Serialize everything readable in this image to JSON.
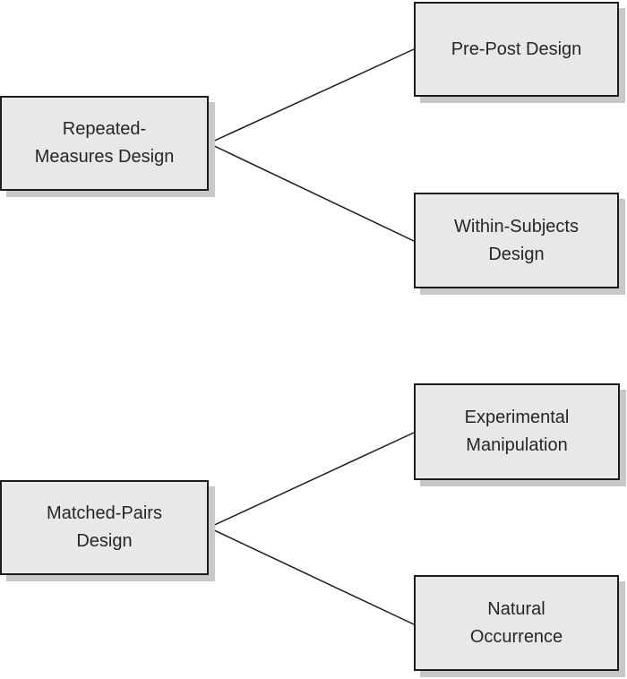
{
  "colors": {
    "background": "#ffffff",
    "box_fill": "#e8e8e8",
    "box_border": "#1c1c1c",
    "box_shadow": "#c8c8c8",
    "connector_line": "#1a1a1a",
    "text": "#262626"
  },
  "diagrams": [
    {
      "root": {
        "lines": [
          "Repeated-",
          "Measures Design"
        ]
      },
      "children": [
        {
          "lines": [
            "Pre-Post Design"
          ]
        },
        {
          "lines": [
            "Within-Subjects",
            "Design"
          ]
        }
      ]
    },
    {
      "root": {
        "lines": [
          "Matched-Pairs",
          "Design"
        ]
      },
      "children": [
        {
          "lines": [
            "Experimental",
            "Manipulation"
          ]
        },
        {
          "lines": [
            "Natural",
            "Occurrence"
          ]
        }
      ]
    }
  ]
}
